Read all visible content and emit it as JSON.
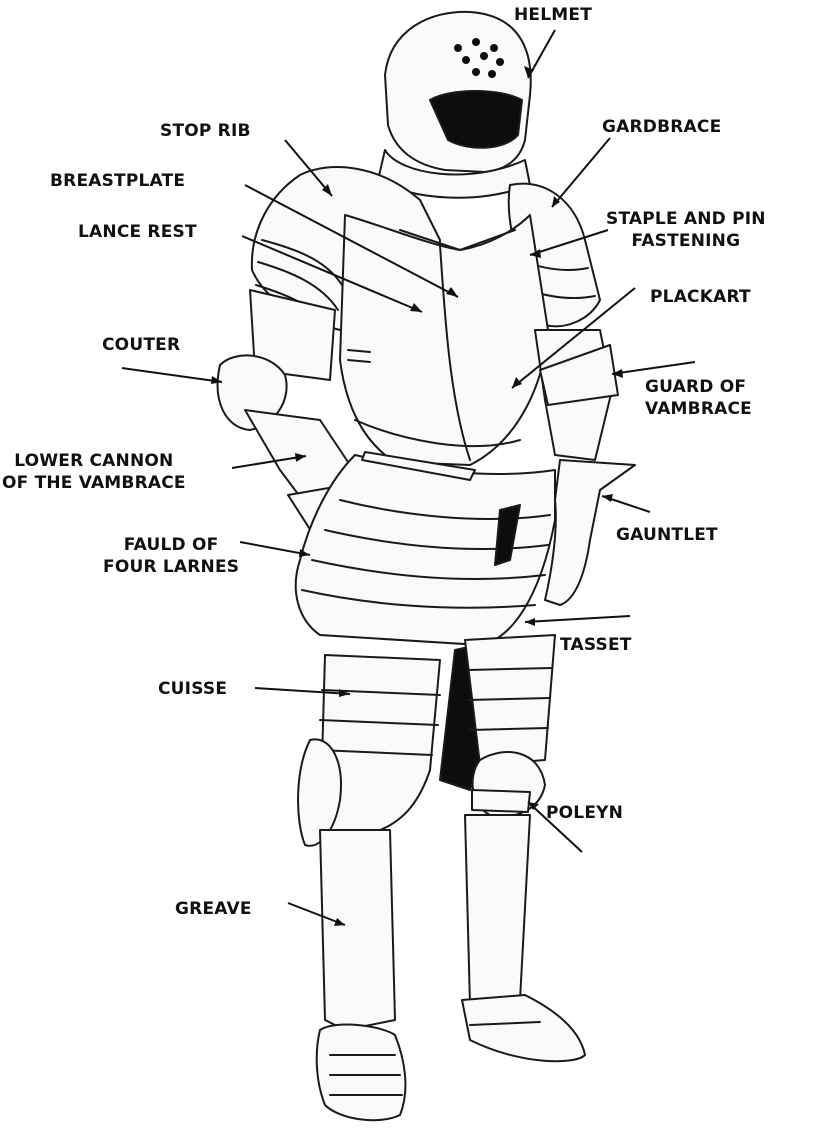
{
  "colors": {
    "ink": "#111111",
    "line": "#1a1a1a",
    "dark": "#0d0d0d",
    "paper": "#ffffff"
  },
  "labels": {
    "helmet": "HELMET",
    "stop_rib": "STOP RIB",
    "gardbrace": "GARDBRACE",
    "breastplate": "BREASTPLATE",
    "staple_pin": [
      "STAPLE AND PIN",
      "FASTENING"
    ],
    "lance_rest": "LANCE REST",
    "plackart": "PLACKART",
    "couter": "COUTER",
    "guard_vambrace": [
      "GUARD OF",
      "VAMBRACE"
    ],
    "lower_cannon": [
      "LOWER CANNON",
      "OF THE VAMBRACE"
    ],
    "gauntlet": "GAUNTLET",
    "fauld": [
      "FAULD OF",
      "FOUR LARNES"
    ],
    "tasset": "TASSET",
    "cuisse": "CUISSE",
    "poleyn": "POLEYN",
    "greave": "GREAVE"
  }
}
